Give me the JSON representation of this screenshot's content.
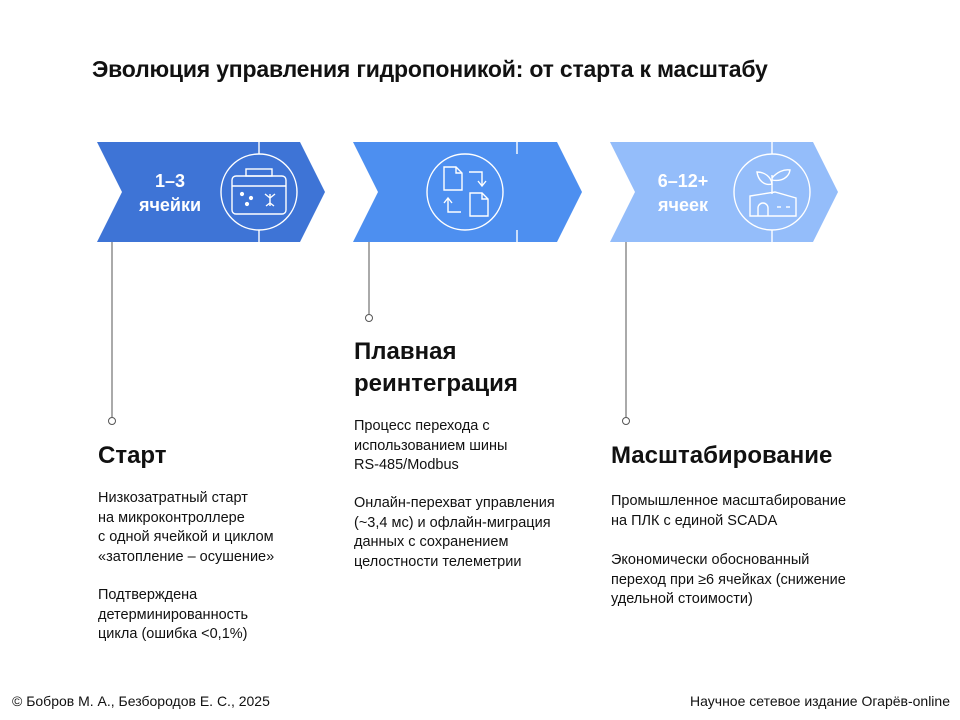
{
  "title": "Эволюция управления гидропоникой: от старта к масштабу",
  "colors": {
    "stage1": "#3e74d6",
    "stage2": "#4d8ff0",
    "stage3": "#94bdfa",
    "connector": "#555555"
  },
  "stages": [
    {
      "arrow_label_1": "1–3",
      "arrow_label_2": "ячейки",
      "icon": "hydroponic-tray-icon",
      "title": "Старт",
      "desc_1": "Низкозатратный старт\nна микроконтроллере\nс одной ячейкой и циклом\n«затопление – осушение»",
      "desc_2": "Подтверждена\nдетерминированность\nцикла (ошибка <0,1%)"
    },
    {
      "icon": "data-migration-icon",
      "title_1": "Плавная",
      "title_2": "реинтеграция",
      "desc_1": "Процесс перехода с\nиспользованием шины\nRS-485/Modbus",
      "desc_2": "Онлайн-перехват управления\n(~3,4 мс) и офлайн-миграция\nданных с сохранением\nцелостности телеметрии"
    },
    {
      "arrow_label_1": "6–12+",
      "arrow_label_2": "ячеек",
      "icon": "greenhouse-sprout-icon",
      "title": "Масштабирование",
      "desc_1": "Промышленное масштабирование\nна ПЛК с единой SCADA",
      "desc_2": "Экономически обоснованный\nпереход при ≥6 ячейках (снижение\nудельной стоимости)"
    }
  ],
  "footer": {
    "left": "©  Бобров М. А., Безбородов Е. С., 2025",
    "right": "Научное сетевое  издание Огарёв-online"
  }
}
